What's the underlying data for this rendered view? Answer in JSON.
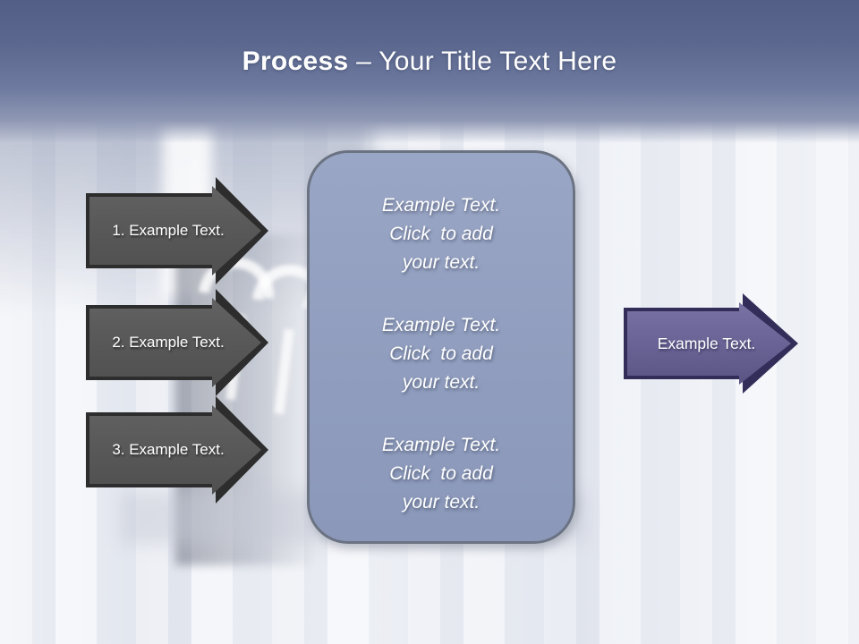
{
  "title": {
    "bold": "Process",
    "rest": " – Your Title Text Here"
  },
  "steps": [
    {
      "label": "1. Example Text."
    },
    {
      "label": "2. Example Text."
    },
    {
      "label": "3. Example Text."
    }
  ],
  "detail_box": {
    "paragraphs": [
      "Example Text.\nClick  to add\nyour text.",
      "Example Text.\nClick  to add\nyour text.",
      "Example Text.\nClick  to add\nyour text."
    ]
  },
  "output_arrow": {
    "label": "Example Text."
  },
  "colors": {
    "header_top": "#525E85",
    "header_mid": "#6E7A9F",
    "step_fill": "#595959",
    "step_border": "#2D2D2D",
    "detail_box_fill": "#909DBE",
    "detail_box_border": "#6B7383",
    "output_arrow_fill": "#6A6496",
    "output_arrow_border": "#322E59",
    "text": "#FFFFFF",
    "background": "#E8EBF2"
  }
}
